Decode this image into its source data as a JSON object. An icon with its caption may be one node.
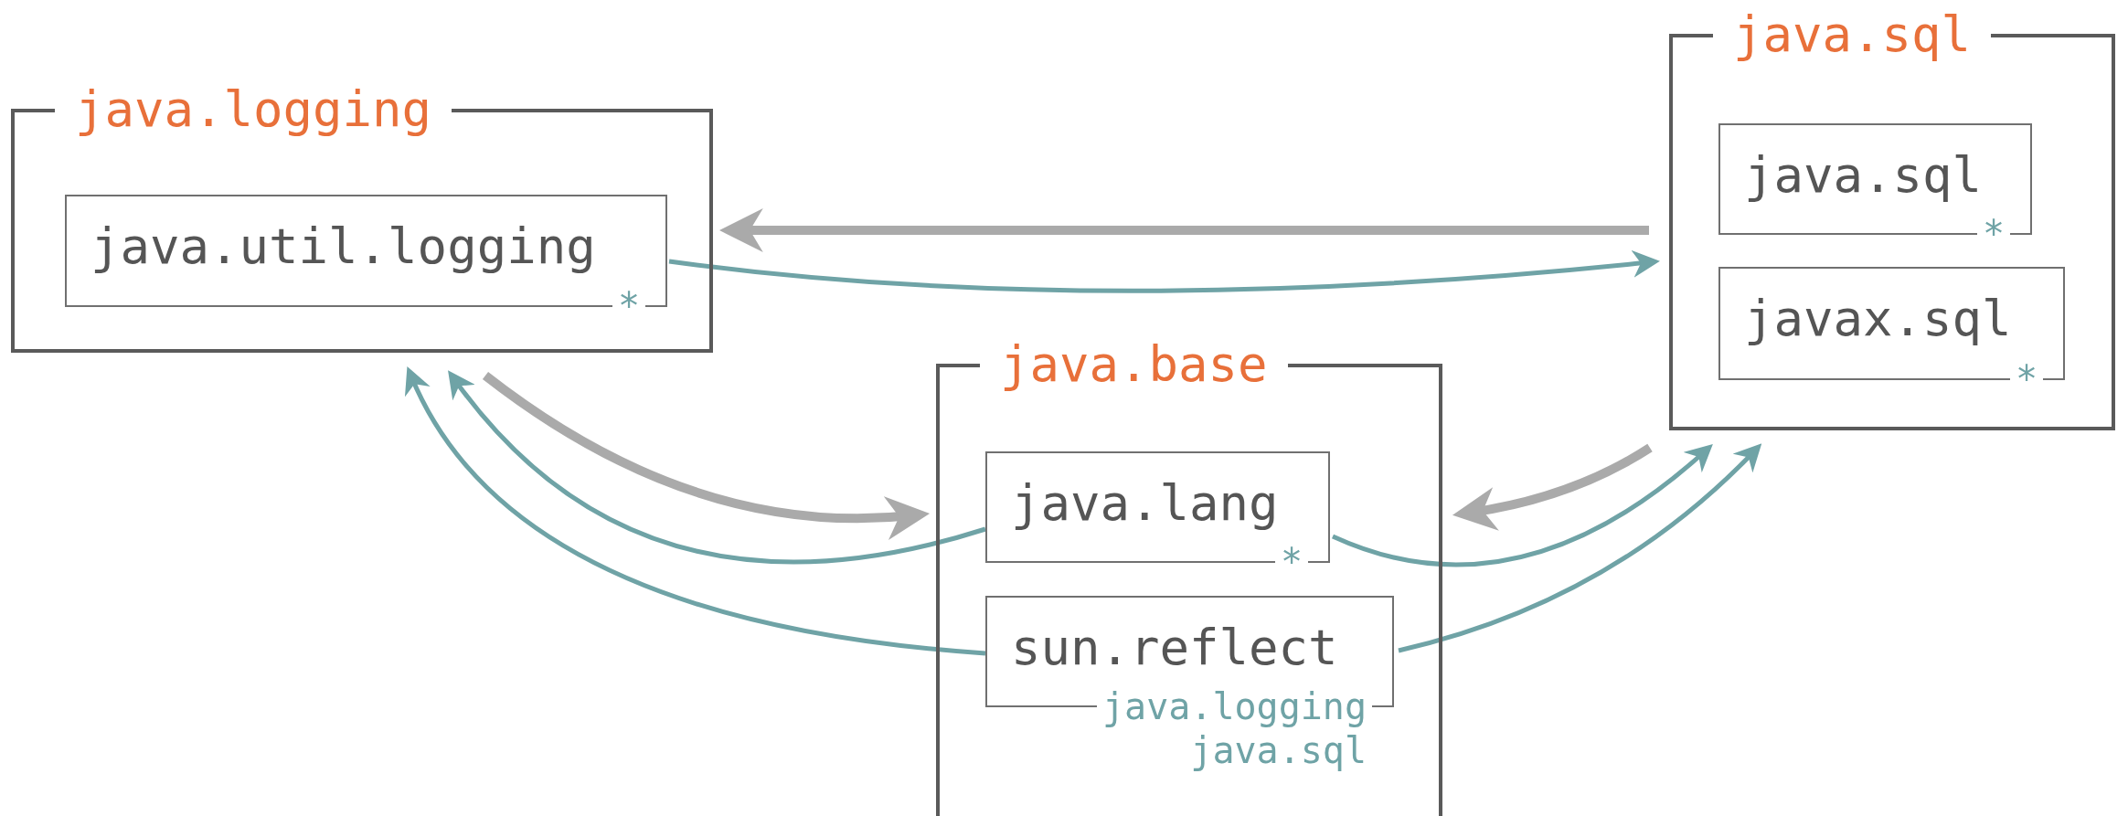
{
  "diagram": {
    "nodes": [
      {
        "text": [
          "java.logging"
        ]
      },
      {
        "text": [
          "java.util.logging",
          "*"
        ],
        "in": 0
      },
      {
        "text": [
          "java.base"
        ]
      },
      {
        "text": [
          "java.lang",
          "*"
        ],
        "in": 2
      },
      {
        "text": [
          "sun.reflect"
        ],
        "in": 2,
        "beside": [
          "java.logging",
          "java.sql"
        ]
      },
      {
        "text": [
          "java.sql"
        ]
      },
      {
        "text": [
          "java.sql",
          "*"
        ],
        "in": 5
      },
      {
        "text": [
          "javax.sql",
          "*"
        ],
        "in": 5
      }
    ],
    "edges": [
      {
        "from": 5,
        "to": 0,
        "arrow": "to",
        "style": "thick",
        "color": "#aaaaaa"
      },
      {
        "from": 1,
        "to": 5,
        "arrow": "to"
      },
      {
        "from": 0,
        "to": 2,
        "arrow": "to",
        "style": "thick",
        "color": "#aaaaaa"
      },
      {
        "from": 3,
        "to": 0,
        "arrow": "to"
      },
      {
        "from": 4,
        "to": 0,
        "arrow": "to"
      },
      {
        "from": 5,
        "to": 2,
        "arrow": "to",
        "style": "thick",
        "color": "#aaaaaa"
      },
      {
        "from": 3,
        "to": 5,
        "arrow": "to"
      },
      {
        "from": 4,
        "to": 5,
        "arrow": "to"
      }
    ]
  }
}
